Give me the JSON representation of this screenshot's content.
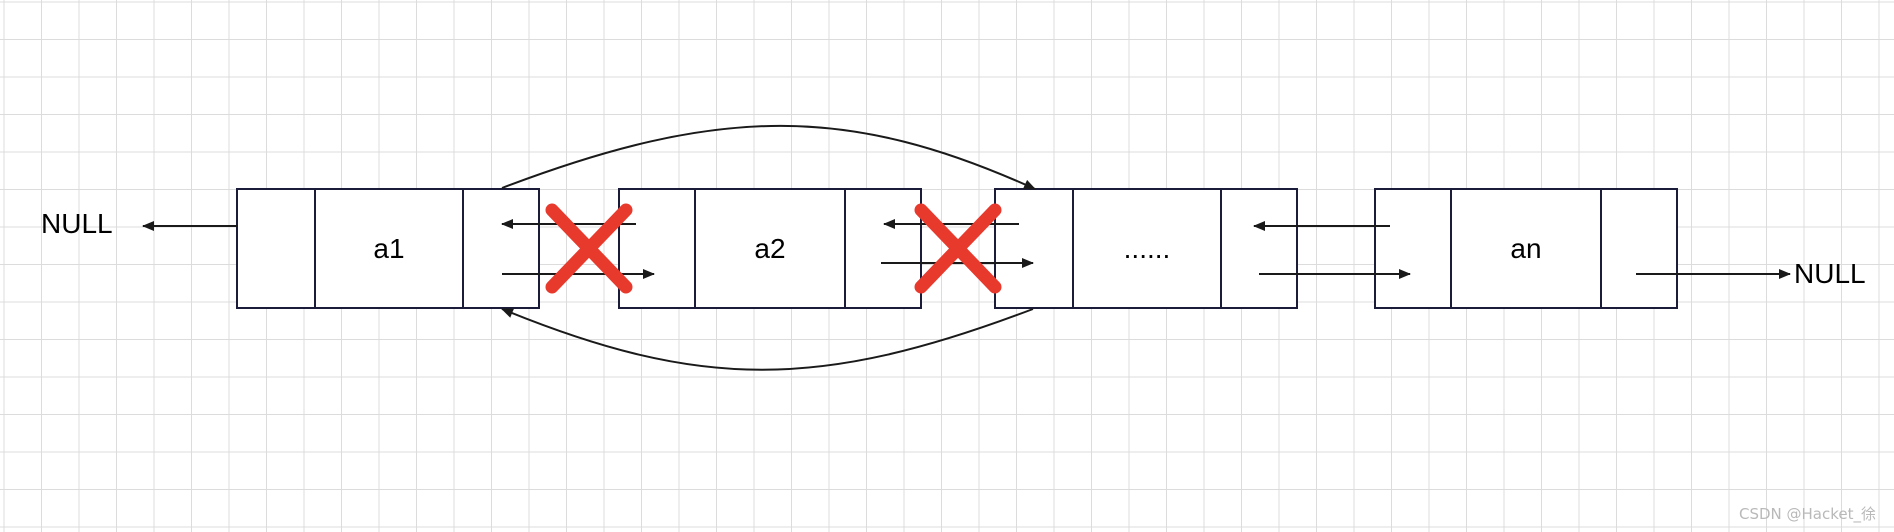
{
  "nodes": {
    "a1": {
      "label": "a1"
    },
    "a2": {
      "label": "a2"
    },
    "mid": {
      "label": "......"
    },
    "an": {
      "label": "an"
    }
  },
  "labels": {
    "null_left": "NULL",
    "null_right": "NULL"
  },
  "watermark": "CSDN @Hacket_徐",
  "colors": {
    "background": "#ffffff",
    "grid": "#dcdcdc",
    "node_border": "#1b1b3a",
    "arrow": "#1a1a1a",
    "cross": "#e8392d",
    "watermark": "#b9b9b9"
  }
}
